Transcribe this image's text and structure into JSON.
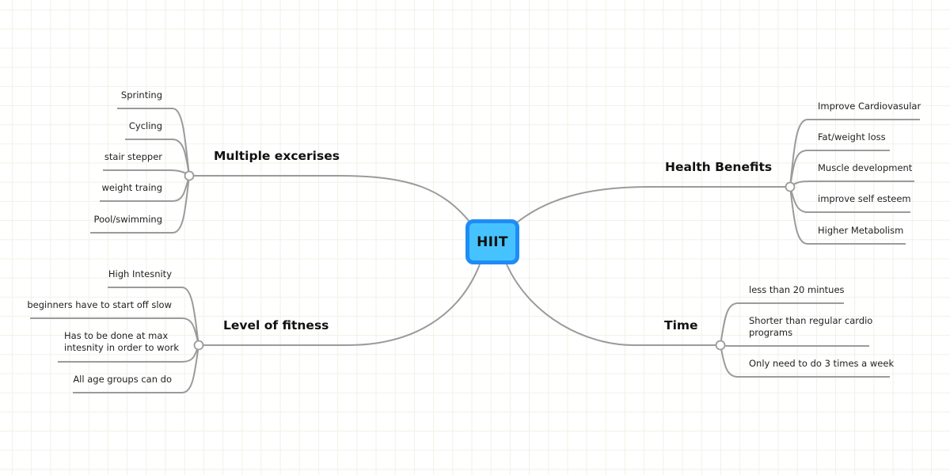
{
  "mindmap": {
    "root": {
      "label": "HIIT",
      "fill": "#46c3ff",
      "border": "#1f8cf5"
    },
    "branches": [
      {
        "title": "Multiple excerises",
        "side": "left",
        "items": [
          "Sprinting",
          "Cycling",
          "stair stepper",
          "weight traing",
          "Pool/swimming"
        ]
      },
      {
        "title": "Health Benefits",
        "side": "right",
        "items": [
          "Improve Cardiovasular",
          "Fat/weight loss",
          "Muscle development",
          "improve self esteem",
          "Higher Metabolism"
        ]
      },
      {
        "title": "Level of fitness",
        "side": "left",
        "items": [
          "High Intesnity",
          "beginners have to start off slow",
          "Has to be done at max\nintesnity in order to work",
          "All age groups can do"
        ]
      },
      {
        "title": "Time",
        "side": "right",
        "items": [
          "less than 20 mintues",
          "Shorter than regular cardio\nprograms",
          "Only need to do 3 times a week"
        ]
      }
    ],
    "line_color": "#9b9b9b"
  }
}
